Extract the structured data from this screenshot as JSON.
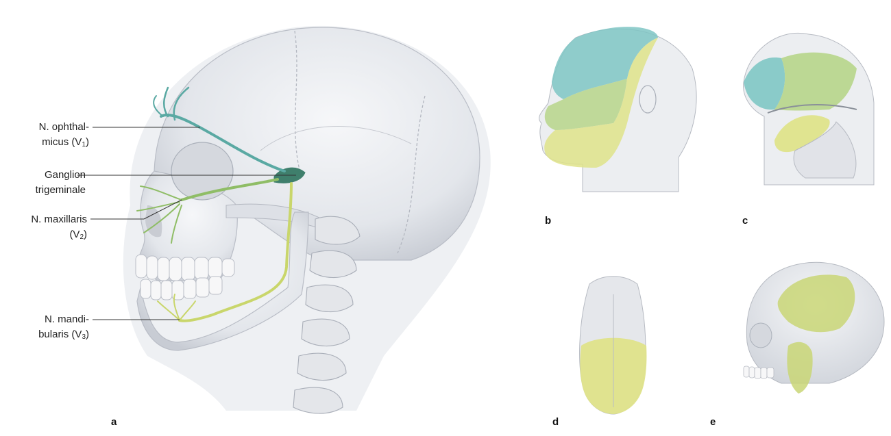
{
  "labels": {
    "ophthalmicus": {
      "line1": "N. ophthal-",
      "line2_pre": "micus (V",
      "sub": "1",
      "line2_post": ")"
    },
    "ganglion": {
      "line1": "Ganglion",
      "line2": "trigeminale"
    },
    "maxillaris": {
      "line1": "N. maxillaris",
      "line2_pre": "(V",
      "sub": "2",
      "line2_post": ")"
    },
    "mandibularis": {
      "line1": "N. mandi-",
      "line2_pre": "bularis (V",
      "sub": "3",
      "line2_post": ")"
    }
  },
  "panels": {
    "a": "a",
    "b": "b",
    "c": "c",
    "d": "d",
    "e": "e"
  },
  "colors": {
    "v1_teal": "#7fc6c4",
    "v2_green": "#b7d58a",
    "v3_yellow": "#dfe38a",
    "nerve_dark": "#3f7f6c",
    "bone": "#e9ebef",
    "bone_shadow": "#c9ccd4"
  }
}
